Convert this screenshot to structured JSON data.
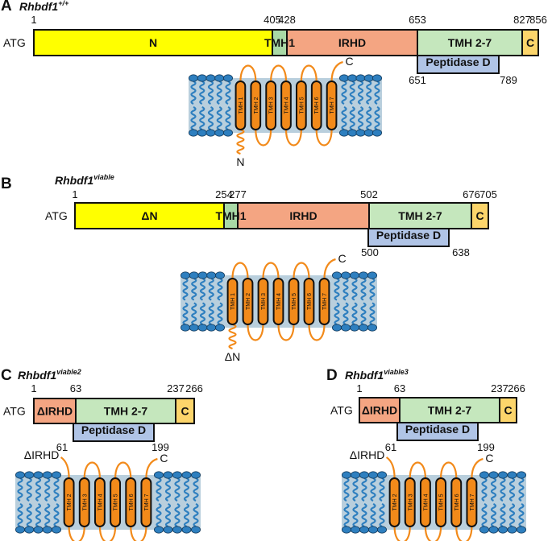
{
  "panels": [
    {
      "letter": "A",
      "gene": "Rhbdf1",
      "sup": "+/+",
      "atg": "ATG",
      "segments": [
        {
          "label": "N",
          "color": "#ffff00"
        },
        {
          "label": "TMH1",
          "color": "#a9d9a6"
        },
        {
          "label": "IRHD",
          "color": "#f4a582"
        },
        {
          "label": "TMH 2-7",
          "color": "#c5e7bd"
        },
        {
          "label": "C",
          "color": "#fcd56b"
        }
      ],
      "top_numbers": [
        "1",
        "405",
        "428",
        "653",
        "827",
        "856"
      ],
      "peptidase": {
        "label": "Peptidase D",
        "color": "#b0c4e6",
        "start": "651",
        "end": "789"
      },
      "membrane": {
        "helices": [
          "TMH 1",
          "TMH 2",
          "TMH 3",
          "TMH 4",
          "TMH 5",
          "TMH 6",
          "TMH 7"
        ],
        "n_label": "N",
        "c_label": "C"
      }
    },
    {
      "letter": "B",
      "gene": "Rhbdf1",
      "sup": "viable",
      "atg": "ATG",
      "segments": [
        {
          "label": "ΔN",
          "color": "#ffff00"
        },
        {
          "label": "TMH1",
          "color": "#a9d9a6"
        },
        {
          "label": "IRHD",
          "color": "#f4a582"
        },
        {
          "label": "TMH 2-7",
          "color": "#c5e7bd"
        },
        {
          "label": "C",
          "color": "#fcd56b"
        }
      ],
      "top_numbers": [
        "1",
        "254",
        "277",
        "502",
        "676",
        "705"
      ],
      "peptidase": {
        "label": "Peptidase D",
        "color": "#b0c4e6",
        "start": "500",
        "end": "638"
      },
      "membrane": {
        "helices": [
          "TMH 1",
          "TMH 2",
          "TMH 3",
          "TMH 4",
          "TMH 5",
          "TMH 6",
          "TMH 7"
        ],
        "n_label": "ΔN",
        "c_label": "C"
      }
    },
    {
      "letter": "C",
      "gene": "Rhbdf1",
      "sup": "viable2",
      "atg": "ATG",
      "segments": [
        {
          "label": "ΔIRHD",
          "color": "#f4a582"
        },
        {
          "label": "TMH 2-7",
          "color": "#c5e7bd"
        },
        {
          "label": "C",
          "color": "#fcd56b"
        }
      ],
      "top_numbers": [
        "1",
        "63",
        "237",
        "266"
      ],
      "peptidase": {
        "label": "Peptidase D",
        "color": "#b0c4e6",
        "start": "61",
        "end": "199"
      },
      "membrane": {
        "helices": [
          "TMH 2",
          "TMH 3",
          "TMH 4",
          "TMH 5",
          "TMH 6",
          "TMH 7"
        ],
        "n_label": "ΔIRHD",
        "c_label": "C"
      }
    },
    {
      "letter": "D",
      "gene": "Rhbdf1",
      "sup": "viable3",
      "atg": "ATG",
      "segments": [
        {
          "label": "ΔIRHD",
          "color": "#f4a582"
        },
        {
          "label": "TMH 2-7",
          "color": "#c5e7bd"
        },
        {
          "label": "C",
          "color": "#fcd56b"
        }
      ],
      "top_numbers": [
        "1",
        "63",
        "237",
        "266"
      ],
      "peptidase": {
        "label": "Peptidase D",
        "color": "#b0c4e6",
        "start": "61",
        "end": "199"
      },
      "membrane": {
        "helices": [
          "TMH 2",
          "TMH 3",
          "TMH 4",
          "TMH 5",
          "TMH 6",
          "TMH 7"
        ],
        "n_label": "ΔIRHD",
        "c_label": "C"
      }
    }
  ],
  "colors": {
    "helix": "#f28a1a",
    "loop": "#f28a1a",
    "lipid_head": "#2e7fbf",
    "lipid_tail": "#2e7fbf",
    "membrane_band": "#b9cfdd"
  }
}
